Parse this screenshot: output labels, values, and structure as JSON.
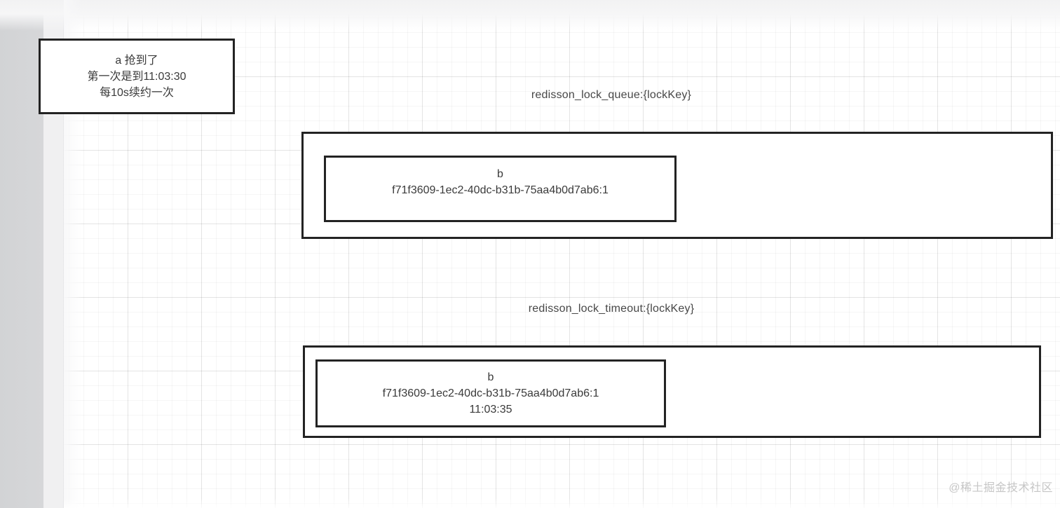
{
  "canvas": {
    "note_box": {
      "lines": [
        "a 抢到了",
        "第一次是到11:03:30",
        "每10s续约一次"
      ]
    },
    "queue": {
      "label": "redisson_lock_queue:{lockKey}",
      "item": {
        "owner": "b",
        "value": "f71f3609-1ec2-40dc-b31b-75aa4b0d7ab6:1"
      }
    },
    "timeout": {
      "label": "redisson_lock_timeout:{lockKey}",
      "item": {
        "owner": "b",
        "value": "f71f3609-1ec2-40dc-b31b-75aa4b0d7ab6:1",
        "time": "11:03:35"
      }
    },
    "watermark": "@稀土掘金技术社区"
  },
  "colors": {
    "shape_border": "#232323",
    "shape_fill": "#ffffff",
    "text": "#3a3a3a",
    "label_text": "#474747",
    "watermark_text": "#c6c6c6",
    "gutter": "#d3d4d6",
    "grid_minor": "#f1f1f1",
    "grid_major": "#e3e3e3"
  }
}
